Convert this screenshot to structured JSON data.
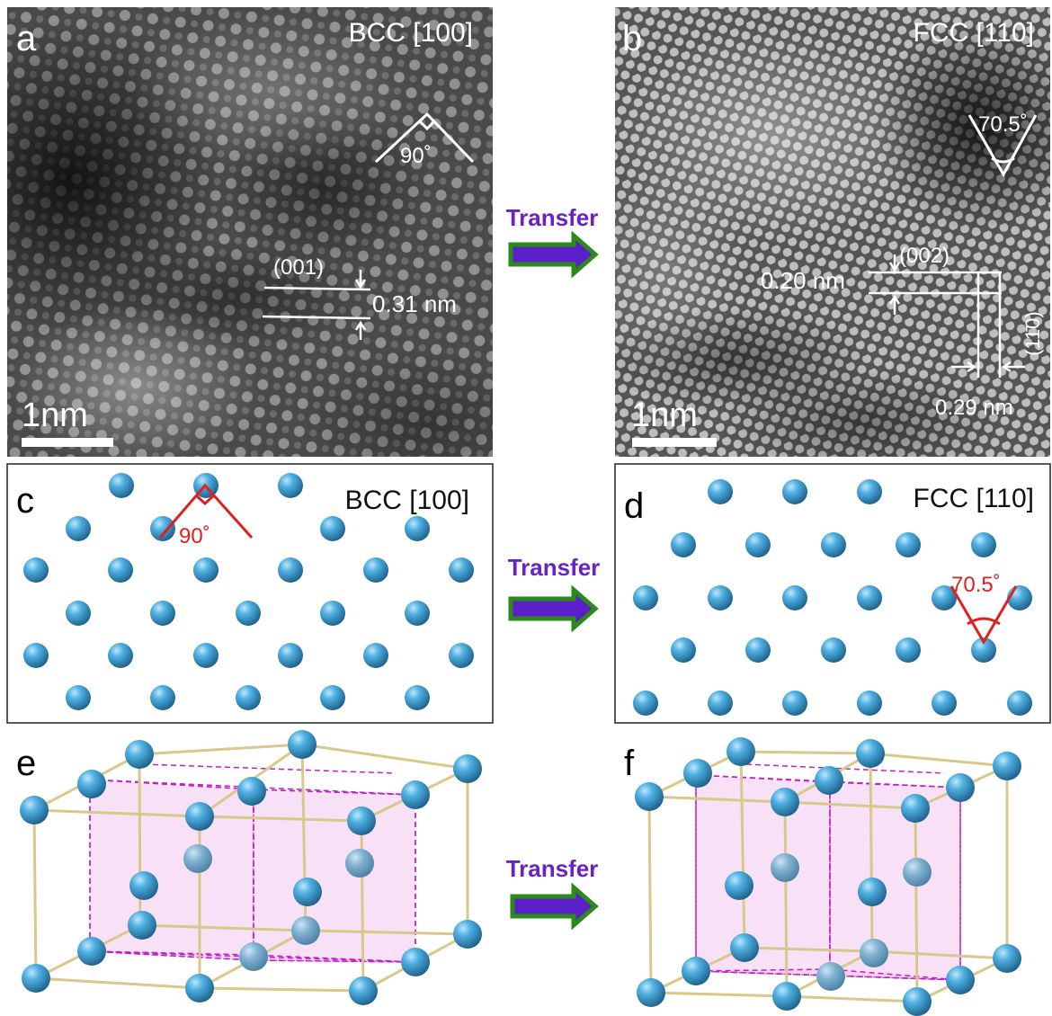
{
  "panels": {
    "a": {
      "letter": "a",
      "structure": "BCC [100]",
      "angle": "90˚",
      "plane": "(001)",
      "spacing": "0.31 nm",
      "scale": "1nm"
    },
    "b": {
      "letter": "b",
      "structure": "FCC [110]",
      "angle": "70.5˚",
      "plane1": "(002)",
      "spacing1": "0.20 nm",
      "plane2": "(11̄0)",
      "spacing2": "0.29 nm",
      "scale": "1nm"
    },
    "c": {
      "letter": "c",
      "structure": "BCC [100]",
      "angle": "90˚"
    },
    "d": {
      "letter": "d",
      "structure": "FCC [110]",
      "angle": "70.5˚"
    },
    "e": {
      "letter": "e"
    },
    "f": {
      "letter": "f"
    }
  },
  "arrows": {
    "label": "Transfer"
  },
  "colors": {
    "atom": "#3a9ad0",
    "arrow_fill": "#5a1fc8",
    "arrow_outline": "#2a8a1a",
    "transfer_text": "#6a22c8",
    "angle_red": "#e02020",
    "plane_magenta": "#c020c8",
    "plane_fill": "#f3c6ee",
    "bond": "#d8c88a"
  }
}
